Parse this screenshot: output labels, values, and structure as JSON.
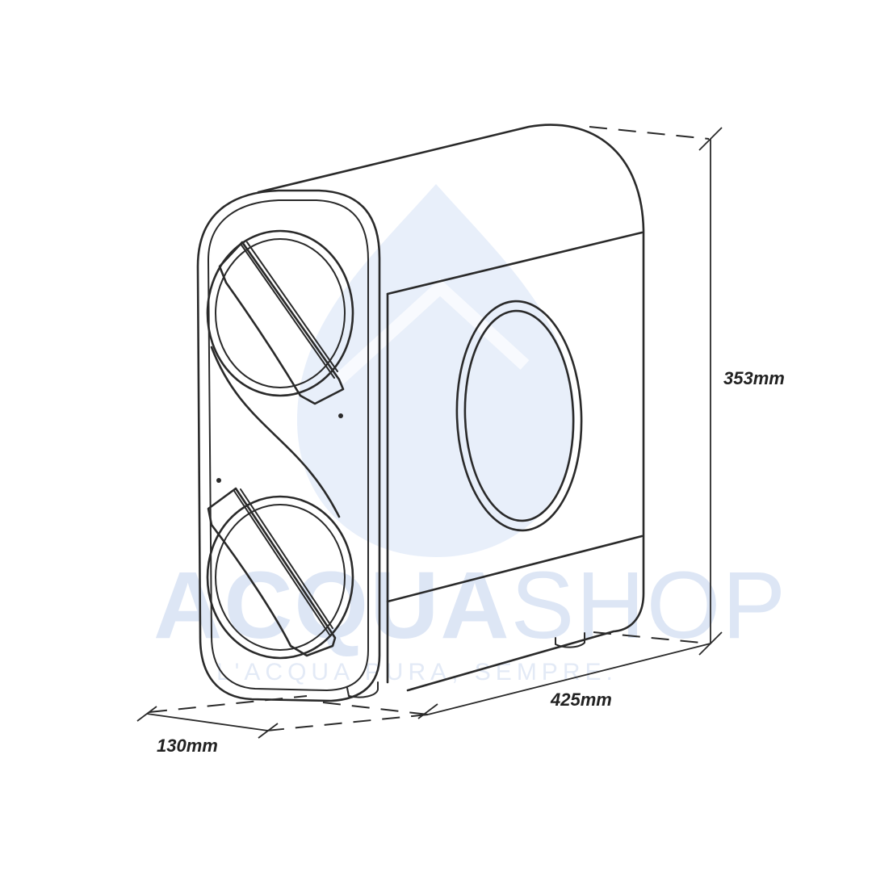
{
  "watermark": {
    "brand_bold": "ACQUA",
    "brand_light": "SHOP",
    "tagline": "L'ACQUA PURA, SEMPRE.",
    "drop_color": "#d6e2f6",
    "text_color": "#dde6f5"
  },
  "dimensions": {
    "height": "353mm",
    "length": "425mm",
    "depth": "130mm"
  },
  "colors": {
    "line": "#2a2a2a",
    "background": "#ffffff"
  }
}
